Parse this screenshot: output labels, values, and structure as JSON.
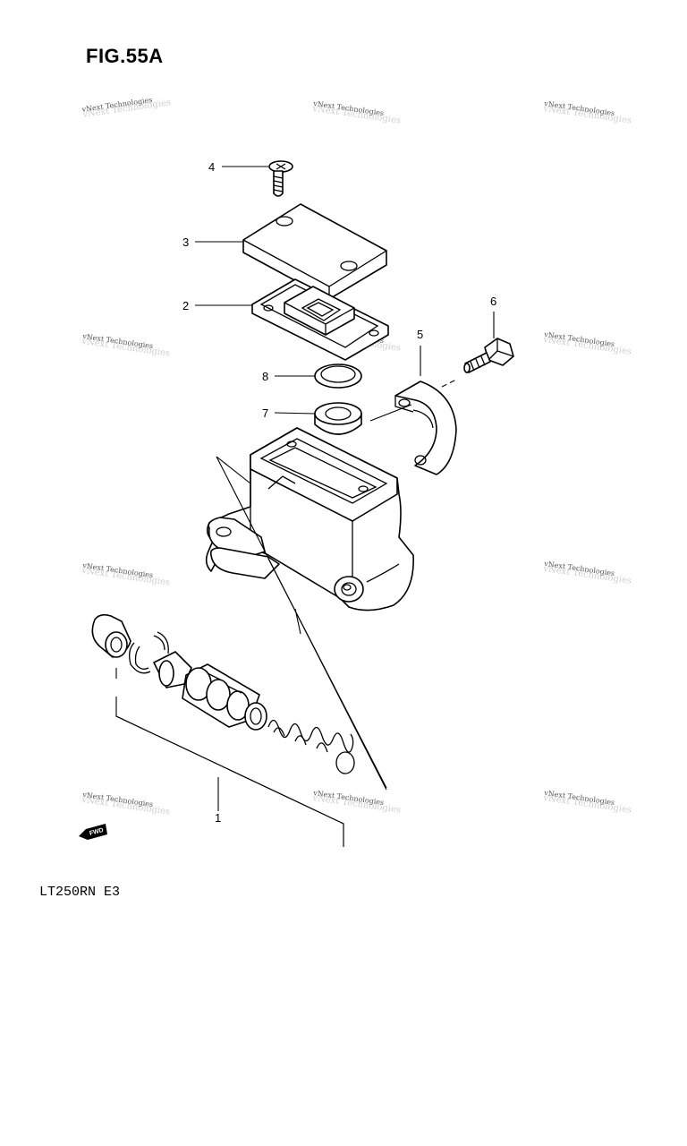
{
  "figure": {
    "title": "FIG.55A"
  },
  "model_code": "LT250RN E3",
  "watermark": {
    "text": "vNext Technologies"
  },
  "fwd_label": "FWD",
  "callouts": [
    {
      "id": "label-1",
      "text": "1"
    },
    {
      "id": "label-2",
      "text": "2"
    },
    {
      "id": "label-3",
      "text": "3"
    },
    {
      "id": "label-4",
      "text": "4"
    },
    {
      "id": "label-5",
      "text": "5"
    },
    {
      "id": "label-6",
      "text": "6"
    },
    {
      "id": "label-7",
      "text": "7"
    },
    {
      "id": "label-8",
      "text": "8"
    }
  ]
}
